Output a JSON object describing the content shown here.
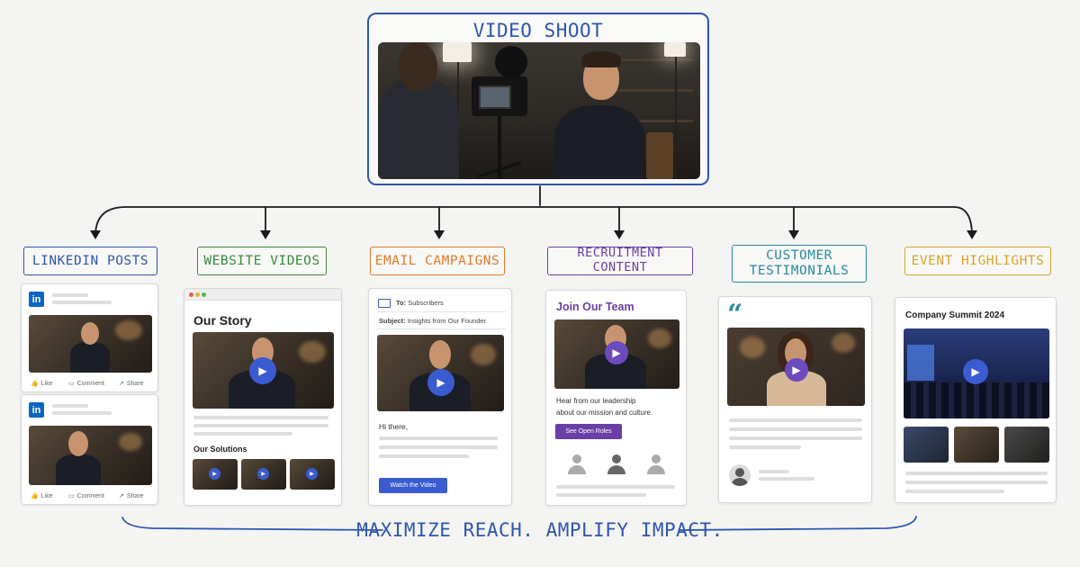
{
  "top": {
    "title": "VIDEO SHOOT"
  },
  "channels": [
    {
      "label": "LINKEDIN POSTS",
      "color": "#2f56b0"
    },
    {
      "label": "WEBSITE VIDEOS",
      "color": "#3b8a3a"
    },
    {
      "label": "EMAIL CAMPAIGNS",
      "color": "#e07a2a"
    },
    {
      "label": "RECRUITMENT CONTENT",
      "color": "#6b3fa6"
    },
    {
      "label": "CUSTOMER TESTIMONIALS",
      "color": "#2a8aa0"
    },
    {
      "label": "EVENT HIGHLIGHTS",
      "color": "#d9a528"
    }
  ],
  "linkedin": {
    "badge": "in",
    "actions": [
      "Like",
      "Comment",
      "Share"
    ]
  },
  "website": {
    "heading": "Our Story",
    "subheading": "Our Solutions"
  },
  "email": {
    "to_label": "To:",
    "to_value": "Subscribers",
    "subject_label": "Subject:",
    "subject_value": "Insights from Our Founder",
    "greeting": "Hi there,",
    "cta": "Watch the Video"
  },
  "recruitment": {
    "heading": "Join Our Team",
    "text_line1": "Hear from our leadership",
    "text_line2": "about our mission and culture.",
    "cta": "See Open Roles"
  },
  "testimonial": {
    "quote_mark": "“"
  },
  "event": {
    "heading": "Company Summit 2024"
  },
  "tagline": "MAXIMIZE REACH. AMPLIFY IMPACT.",
  "icons": {
    "play": "▶",
    "mail": "mail-icon",
    "like": "thumbs-up-icon",
    "comment": "comment-icon",
    "share": "share-icon",
    "avatar": "user-avatar-icon"
  }
}
